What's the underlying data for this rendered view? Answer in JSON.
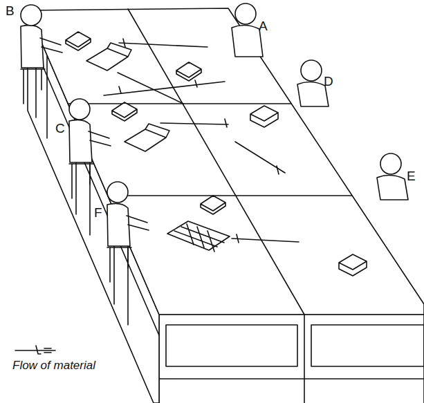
{
  "diagram": {
    "labels": [
      "A",
      "B",
      "C",
      "D",
      "E",
      "F"
    ],
    "legend": [
      {
        "text": "Flow of material"
      }
    ]
  }
}
